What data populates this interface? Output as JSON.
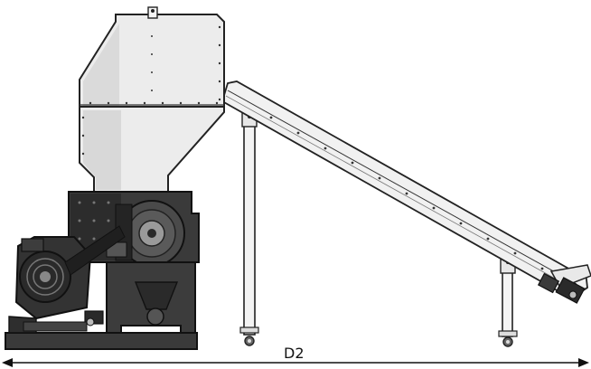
{
  "dimension": {
    "label": "D2"
  },
  "colors": {
    "hopper_fill": "#ececec",
    "hopper_shade": "#d6d6d6",
    "outline": "#222222",
    "machine_dark": "#2e2e2e",
    "machine_mid": "#4a4a4a",
    "conveyor_fill": "#f1f1f1"
  },
  "icons": [
    "hopper",
    "conveyor",
    "motor",
    "wheel",
    "dimension-arrow"
  ]
}
